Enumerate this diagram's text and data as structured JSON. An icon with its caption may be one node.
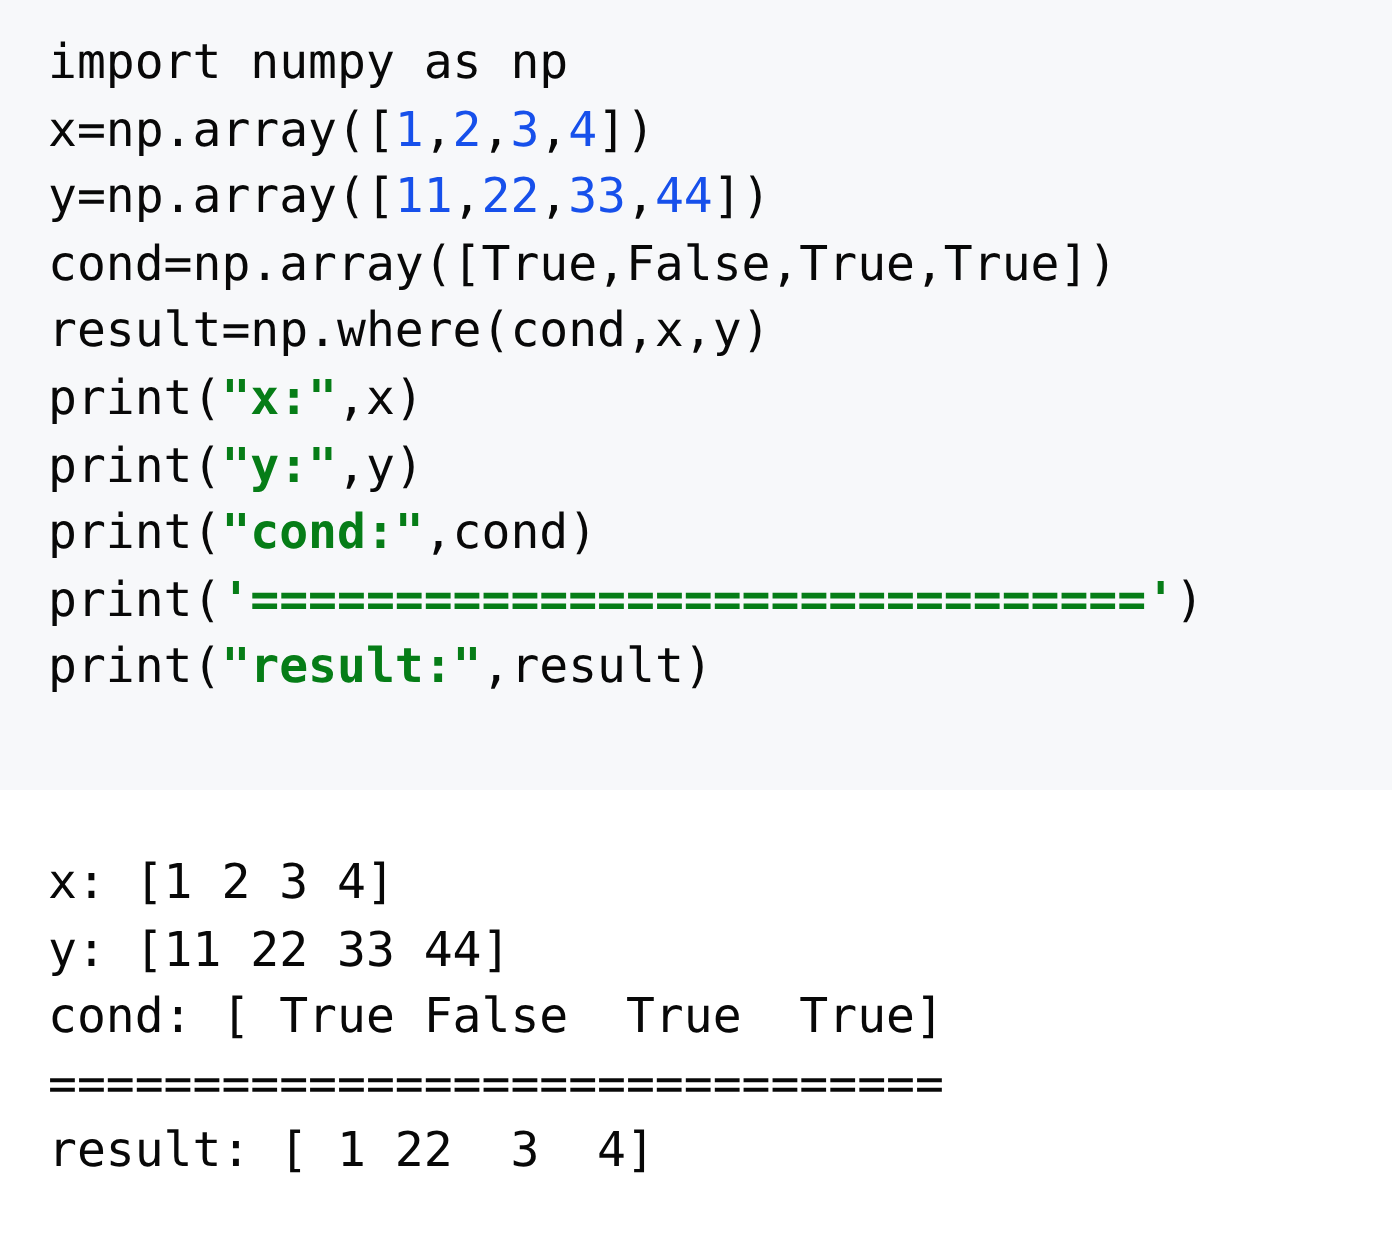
{
  "diagram": {
    "labels": [
      "import numpy as np",
      "x=np.array([1,2,3,4])",
      "y=np.array([11,22,33,44])",
      "cond=np.array([True,False,True,True])",
      "result=np.where(cond,x,y)",
      "print(\"x:\",x)",
      "print(\"y:\",y)",
      "print(\"cond:\",cond)",
      "print('===============================')",
      "print(\"result:\",result)",
      "x: [1 2 3 4]",
      "y: [11 22 33 44]",
      "cond: [ True False  True  True]",
      "===============================",
      "result: [ 1 22  3  4]"
    ]
  }
}
